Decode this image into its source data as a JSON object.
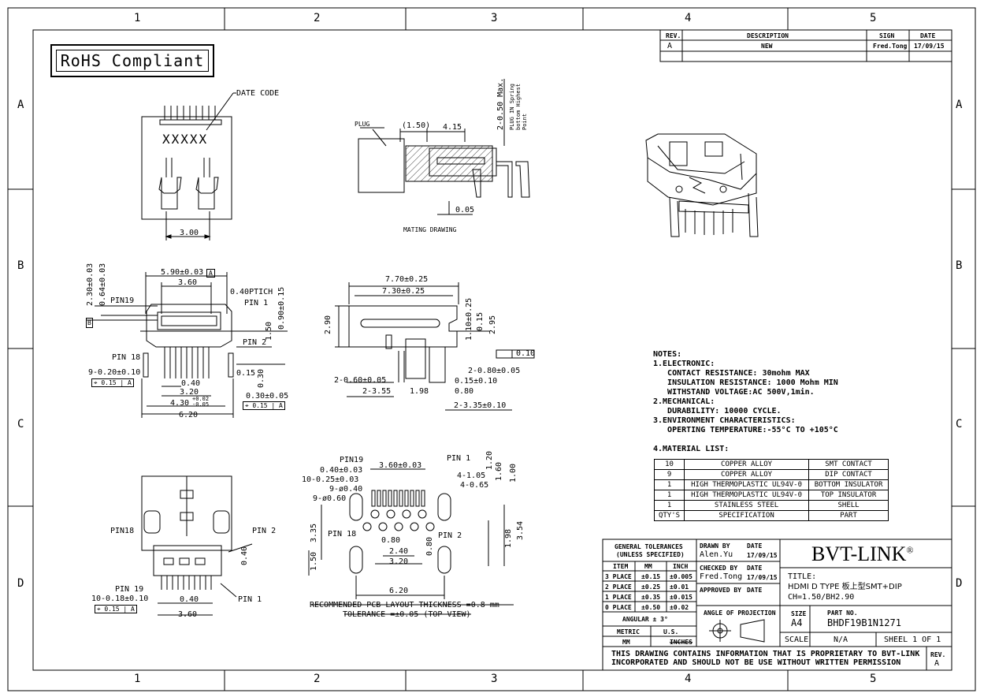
{
  "frame": {
    "columns": [
      "1",
      "2",
      "3",
      "4",
      "5"
    ],
    "rows": [
      "A",
      "B",
      "C",
      "D"
    ]
  },
  "rohs_label": "RoHS Compliant",
  "revision_table": {
    "headers": {
      "rev": "REV.",
      "description": "DESCRIPTION",
      "sign": "SIGN",
      "date": "DATE"
    },
    "row": {
      "rev": "A",
      "description": "NEW",
      "sign": "Fred.Tong",
      "date": "17/09/15"
    }
  },
  "top_view": {
    "date_code": "DATE CODE",
    "marking": "XXXXX",
    "dim_width": "3.00"
  },
  "mating": {
    "plug": "PLUG",
    "d_150": "(1.50)",
    "d_415": "4.15",
    "d_005": "0.05",
    "d_250": "2-0.50 Max.",
    "note": "PLUG IN Spring bottom Highest Point",
    "caption": "MATING DRAWING"
  },
  "front_view": {
    "d_590": "5.90±0.03",
    "datum_a": "A",
    "d_360": "3.60",
    "pitch": "0.40PTICH",
    "pin19": "PIN19",
    "pin1": "PIN 1",
    "pin2": "PIN 2",
    "pin18": "PIN 18",
    "d_230": "2.30±0.03",
    "d_064": "0.64±0.03",
    "datum_b": "B",
    "d_090": "0.90±0.15",
    "d_150": "1.50",
    "d_015": "0.15",
    "d_030": "0.30",
    "d_9_020": "9-0.20±0.10",
    "d_040": "0.40",
    "d_320": "3.20",
    "d_430": "4.30",
    "d_430_tol_plus": "+0.02",
    "d_430_tol_minus": "-0.05",
    "d_030_005": "0.30±0.05",
    "d_620": "6.20",
    "fcf_1": "0.15",
    "fcf_1_datum": "A",
    "fcf_2": "0.15",
    "fcf_2_datum": "A"
  },
  "side_view": {
    "d_770": "7.70±0.25",
    "d_730": "7.30±0.25",
    "d_290": "2.90",
    "d_110": "1.10±0.25",
    "d_015": "0.15",
    "d_295": "2.95",
    "flatness": "0.10",
    "d_2_080": "2-0.80±0.05",
    "d_2_060": "2-0.60±0.05",
    "d_015_010": "0.15±0.10",
    "d_2_355": "2-3.55",
    "d_198": "1.98",
    "d_080": "0.80",
    "d_2_335": "2-3.35±0.10"
  },
  "bottom_view": {
    "pin18": "PIN18",
    "pin2": "PIN 2",
    "pin19": "PIN 19",
    "pin1": "PIN 1",
    "d_040v": "0.40",
    "d_10_018": "10-0.18±0.10",
    "d_040": "0.40",
    "d_360": "3.60",
    "fcf": "0.15",
    "fcf_datum": "A"
  },
  "pcb_layout": {
    "pin19": "PIN19",
    "pin1": "PIN 1",
    "pin18": "PIN 18",
    "pin2": "PIN 2",
    "d_360": "3.60±0.03",
    "d_040": "0.40±0.03",
    "d_10_025": "10-0.25±0.03",
    "d_9_040": "9-ø0.40",
    "d_9_060": "9-ø0.60",
    "d_4_105": "4-1.05",
    "d_4_065": "4-0.65",
    "d_120": "1.20",
    "d_160": "1.60",
    "d_100": "1.00",
    "d_335": "3.35",
    "d_354": "3.54",
    "d_198": "1.98",
    "d_150": "1.50",
    "d_080": "0.80",
    "d_080v": "0.80",
    "d_240": "2.40",
    "d_320": "3.20",
    "d_620": "6.20",
    "caption1": "RECOMMENDED PCB LAYOUT THICKNESS =0.8 mm",
    "caption2": "TOLERANCE =±0.05 (TOP VIEW)"
  },
  "notes": {
    "title": "NOTES:",
    "lines": [
      "1.ELECTRONIC:",
      "   CONTACT RESISTANCE: 30mohm MAX",
      "   INSULATION RESISTANCE: 1000 Mohm MIN",
      "   WITHSTAND VOLTAGE:AC 500V,1min.",
      "2.MECHANICAL:",
      "   DURABILITY: 10000 CYCLE.",
      "3.ENVIRONMENT CHARACTERISTICS:",
      "   OPERTING TEMPERATURE:-55°C TO +105°C"
    ],
    "material_title": "4.MATERIAL LIST:"
  },
  "material_list": {
    "rows": [
      [
        "10",
        "COPPER ALLOY",
        "SMT CONTACT"
      ],
      [
        "9",
        "COPPER ALLOY",
        "DIP CONTACT"
      ],
      [
        "1",
        "HIGH THERMOPLASTIC UL94V-0",
        "BOTTOM INSULATOR"
      ],
      [
        "1",
        "HIGH THERMOPLASTIC UL94V-0",
        "TOP INSULATOR"
      ],
      [
        "1",
        "STAINLESS STEEL",
        "SHELL"
      ],
      [
        "QTY'S",
        "SPECIFICATION",
        "PART"
      ]
    ]
  },
  "title_block": {
    "general_tol": "GENERAL TOLERANCES",
    "unless": "(UNLESS SPECIFIED)",
    "item": "ITEM",
    "mm": "MM",
    "inch": "INCH",
    "tol_rows": [
      [
        "3 PLACE",
        "±0.15",
        "±0.005"
      ],
      [
        "2 PLACE",
        "±0.25",
        "±0.01"
      ],
      [
        "1 PLACE",
        "±0.35",
        "±0.015"
      ],
      [
        "0 PLACE",
        "±0.50",
        "±0.02"
      ]
    ],
    "angular": "ANGULAR ± 3°",
    "metric": "METRIC",
    "us": "U.S.",
    "mm2": "MM",
    "inches": "INCHES",
    "drawn_by": "DRAWN BY",
    "drawn_name": "Alen.Yu",
    "date_label": "DATE",
    "drawn_date": "17/09/15",
    "checked_by": "CHECKED BY",
    "checked_name": "Fred.Tong",
    "checked_date": "17/09/15",
    "approved_by": "APPROVED BY",
    "approved_date_label": "DATE",
    "projection": "ANGLE OF PROJECTION",
    "company": "BVT-LINK",
    "registered": "®",
    "title_label": "TITLE:",
    "title_line1": "HDMI D TYPE 板上型SMT+DIP",
    "title_line2": "CH=1.50/BH2.90",
    "size_label": "SIZE",
    "size": "A4",
    "part_label": "PART NO.",
    "part_no": "BHDF19B1N1271",
    "scale_label": "SCALE",
    "scale": "N/A",
    "sheet": "SHEEL 1 OF 1",
    "proprietary1": "THIS DRAWING CONTAINS INFORMATION THAT IS PROPRIETARY TO BVT-LINK",
    "proprietary2": "INCORPORATED AND SHOULD NOT BE USE WITHOUT WRITTEN PERMISSION",
    "rev_label": "REV.",
    "rev": "A"
  }
}
